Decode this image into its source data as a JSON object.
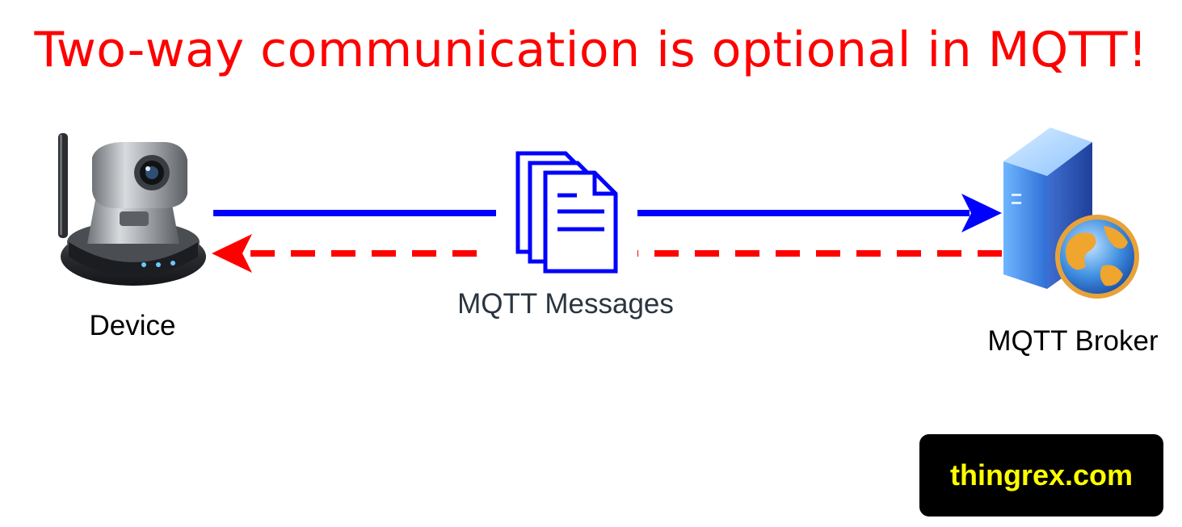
{
  "title": "Two-way communication is optional in MQTT!",
  "nodes": {
    "device": {
      "label": "Device",
      "icon": "ip-camera-icon"
    },
    "messages": {
      "label": "MQTT Messages",
      "icon": "documents-icon"
    },
    "broker": {
      "label": "MQTT Broker",
      "icon": "web-server-icon"
    }
  },
  "edges": [
    {
      "from": "device",
      "to": "broker",
      "style": "solid",
      "color": "#0000ff"
    },
    {
      "from": "broker",
      "to": "device",
      "style": "dashed",
      "color": "#ff0000"
    }
  ],
  "badge": {
    "text": "thingrex.com",
    "background": "#000000",
    "color": "#ffff00"
  },
  "colors": {
    "title": "#ff0000",
    "outbound": "#0000ff",
    "inbound": "#ff0000"
  }
}
